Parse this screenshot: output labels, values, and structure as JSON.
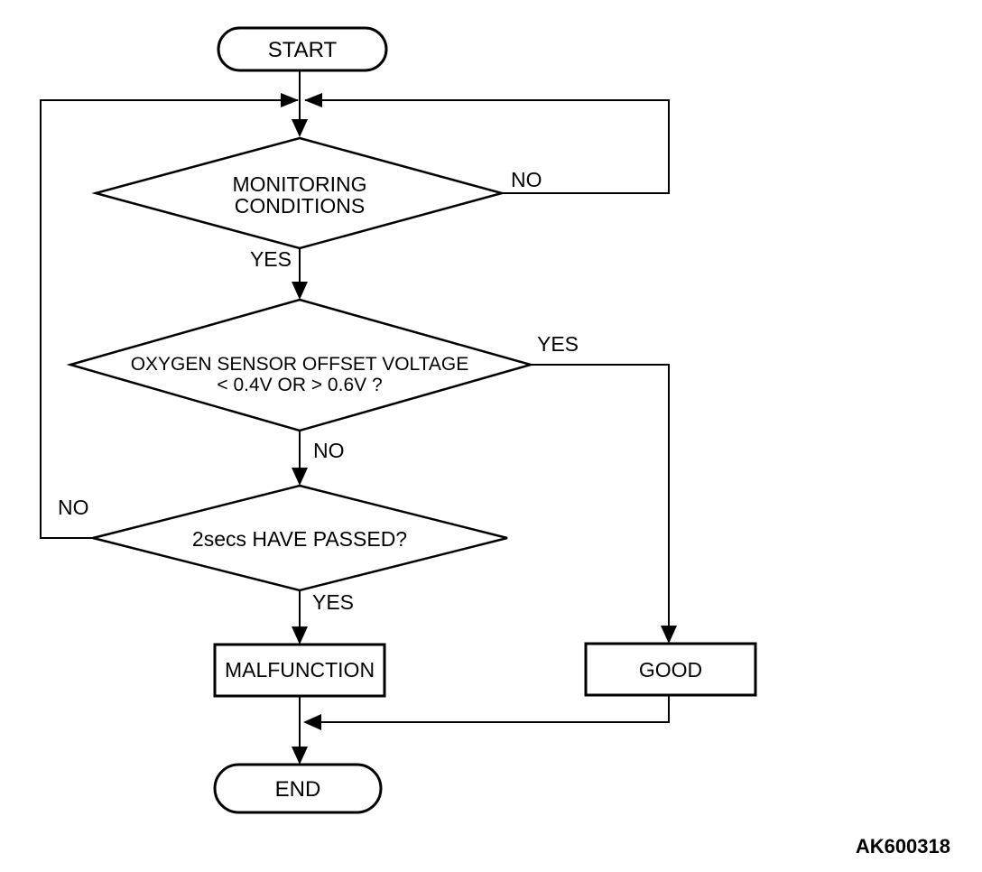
{
  "diagram": {
    "type": "flowchart",
    "figure_id": "AK600318",
    "colors": {
      "line": "#000000",
      "background": "#ffffff"
    },
    "nodes": {
      "start": "START",
      "monitoring_line1": "MONITORING",
      "monitoring_line2": "CONDITIONS",
      "oxygen_line1": "OXYGEN SENSOR OFFSET VOLTAGE",
      "oxygen_line2": "< 0.4V OR > 0.6V ?",
      "passed": "2secs HAVE PASSED?",
      "malfunction": "MALFUNCTION",
      "good": "GOOD",
      "end": "END"
    },
    "edges": [
      {
        "from": "start",
        "to": "monitoring-conditions",
        "label": ""
      },
      {
        "from": "monitoring-conditions",
        "to": "loop-back-top",
        "label": "NO"
      },
      {
        "from": "monitoring-conditions",
        "to": "oxygen-sensor-check",
        "label": "YES"
      },
      {
        "from": "oxygen-sensor-check",
        "to": "good",
        "label": "YES"
      },
      {
        "from": "oxygen-sensor-check",
        "to": "2secs-check",
        "label": "NO"
      },
      {
        "from": "2secs-check",
        "to": "loop-back-top",
        "label": "NO"
      },
      {
        "from": "2secs-check",
        "to": "malfunction",
        "label": "YES"
      },
      {
        "from": "malfunction",
        "to": "end",
        "label": ""
      },
      {
        "from": "good",
        "to": "end",
        "label": ""
      }
    ]
  }
}
